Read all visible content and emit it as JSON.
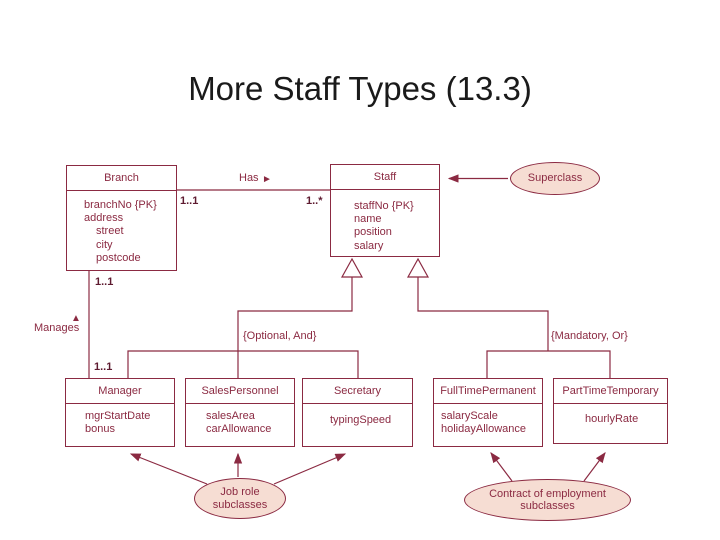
{
  "slide": {
    "title": "More Staff Types (13.3)"
  },
  "colors": {
    "diagram_line": "#8b2a42",
    "ellipse_fill": "#f6ddd3",
    "title_text": "#1a1a1a",
    "multiplicity_text": "#5e1b30",
    "background": "#ffffff"
  },
  "diagram": {
    "entities": [
      {
        "name": "Branch",
        "attributes": [
          "branchNo {PK}",
          "address",
          "street",
          "city",
          "postcode"
        ]
      },
      {
        "name": "Staff",
        "attributes": [
          "staffNo {PK}",
          "name",
          "position",
          "salary"
        ]
      },
      {
        "name": "Manager",
        "attributes": [
          "mgrStartDate",
          "bonus"
        ]
      },
      {
        "name": "SalesPersonnel",
        "attributes": [
          "salesArea",
          "carAllowance"
        ]
      },
      {
        "name": "Secretary",
        "attributes": [
          "typingSpeed"
        ]
      },
      {
        "name": "FullTimePermanent",
        "attributes": [
          "salaryScale",
          "holidayAllowance"
        ]
      },
      {
        "name": "PartTimeTemporary",
        "attributes": [
          "hourlyRate"
        ]
      }
    ],
    "relationships": {
      "has": {
        "label": "Has",
        "direction_icon": "►",
        "multiplicity_branch": "1..1",
        "multiplicity_staff": "1..*"
      },
      "manages": {
        "label": "Manages",
        "direction_icon": "▲",
        "multiplicity_top": "1..1",
        "multiplicity_bottom": "1..1"
      }
    },
    "constraints": {
      "optional_and": "{Optional, And}",
      "mandatory_or": "{Mandatory, Or}"
    },
    "annotations": {
      "superclass": "Superclass",
      "job_role": "Job role subclasses",
      "contract": "Contract of employment subclasses"
    }
  }
}
